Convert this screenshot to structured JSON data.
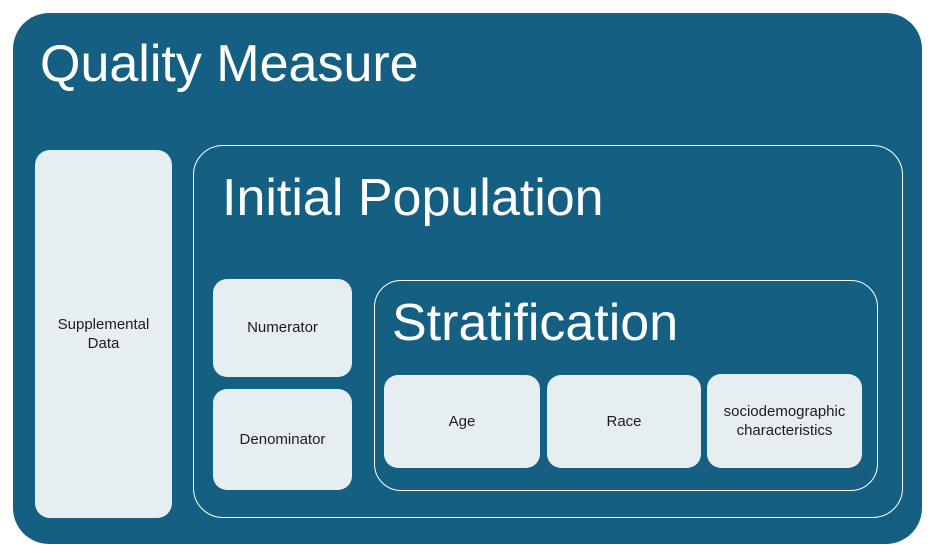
{
  "colors": {
    "accent": "#156082",
    "box_fill": "#E7EEF2",
    "border": "#FFFFFF",
    "title_text": "#FFFFFF",
    "box_text": "#1C1C1C",
    "page_bg": "#FFFFFF"
  },
  "diagram": {
    "title": "Quality Measure",
    "supplemental": {
      "label": "Supplemental Data"
    },
    "initial_population": {
      "title": "Initial Population",
      "numerator": {
        "label": "Numerator"
      },
      "denominator": {
        "label": "Denominator"
      },
      "stratification": {
        "title": "Stratification",
        "items": [
          {
            "label": "Age"
          },
          {
            "label": "Race"
          },
          {
            "label": "sociodemographic characteristics"
          }
        ]
      }
    }
  }
}
